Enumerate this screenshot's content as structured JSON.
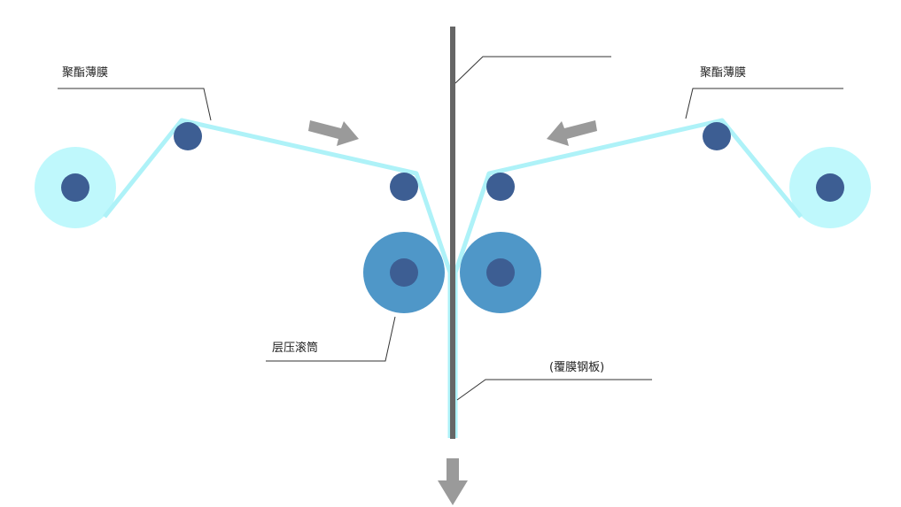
{
  "labels": {
    "film_left": "聚酯薄膜",
    "film_right": "聚酯薄膜",
    "laminating_roller": "层压滚筒",
    "coated_sheet": "(覆膜钢板)"
  },
  "colors": {
    "film": "#bff5fb",
    "film_line": "#aef2f8",
    "supply_roll": "#bff8fc",
    "small_roller": "#3d5e93",
    "laminating_roller": "#4f97c8",
    "laminating_roller_core": "#3d5e93",
    "steel_sheet": "#666666",
    "arrow": "#9a9a9a",
    "leader_line": "#333333"
  },
  "icons": {
    "feed_arrow_left": "arrow-down-right-icon",
    "feed_arrow_right": "arrow-down-left-icon",
    "output_arrow": "arrow-down-icon"
  }
}
